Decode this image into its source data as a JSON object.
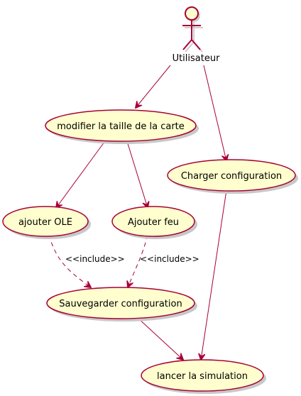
{
  "diagram": {
    "type": "use-case",
    "colors": {
      "stroke": "#A80036",
      "fill": "#FEFECE",
      "shadow": "#C8C8C8",
      "text": "#000000"
    },
    "actor": {
      "id": "actor",
      "label": "Utilisateur"
    },
    "usecases": [
      {
        "id": "uc_modifier",
        "label": "modifier la taille de la carte"
      },
      {
        "id": "uc_charger",
        "label": "Charger configuration"
      },
      {
        "id": "uc_ole",
        "label": "ajouter OLE"
      },
      {
        "id": "uc_feu",
        "label": "Ajouter feu"
      },
      {
        "id": "uc_sauvegarder",
        "label": "Sauvegarder configuration"
      },
      {
        "id": "uc_lancer",
        "label": "lancer la simulation"
      }
    ],
    "relations": [
      {
        "from": "actor",
        "to": "uc_modifier",
        "style": "solid",
        "label": ""
      },
      {
        "from": "actor",
        "to": "uc_charger",
        "style": "solid",
        "label": ""
      },
      {
        "from": "uc_modifier",
        "to": "uc_ole",
        "style": "solid",
        "label": ""
      },
      {
        "from": "uc_modifier",
        "to": "uc_feu",
        "style": "solid",
        "label": ""
      },
      {
        "from": "uc_ole",
        "to": "uc_sauvegarder",
        "style": "dashed",
        "label": "<<include>>"
      },
      {
        "from": "uc_feu",
        "to": "uc_sauvegarder",
        "style": "dashed",
        "label": "<<include>>"
      },
      {
        "from": "uc_sauvegarder",
        "to": "uc_lancer",
        "style": "solid",
        "label": ""
      },
      {
        "from": "uc_charger",
        "to": "uc_lancer",
        "style": "solid",
        "label": ""
      }
    ]
  }
}
